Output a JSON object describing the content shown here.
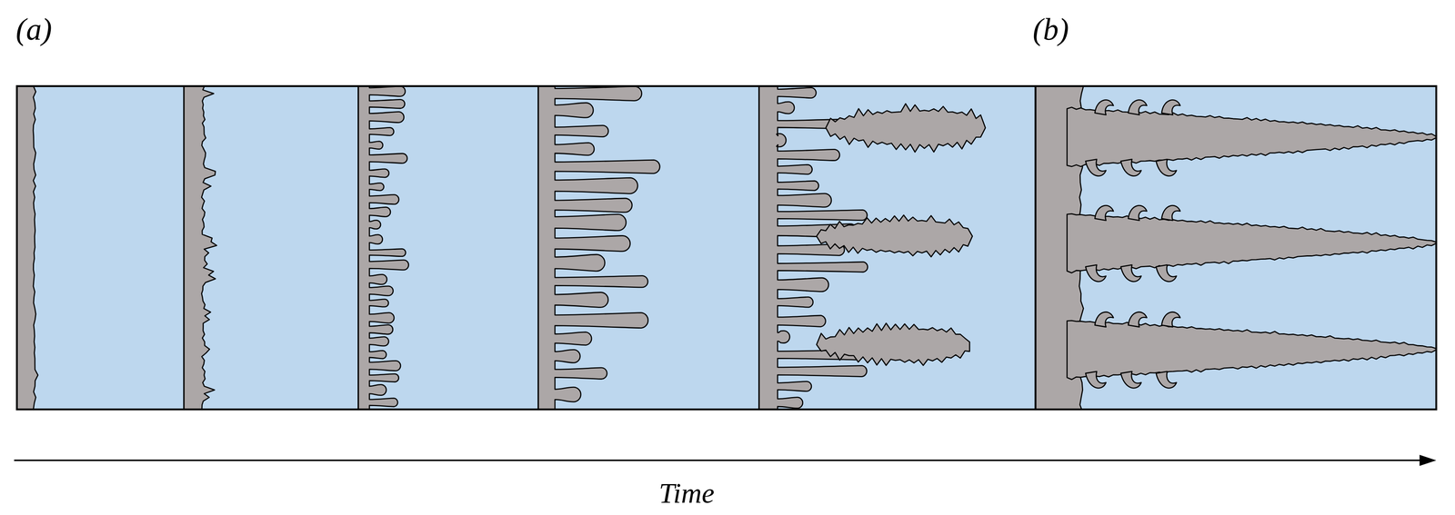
{
  "diagram": {
    "labels": [
      "(a)",
      "(b)",
      "Time"
    ]
  }
}
